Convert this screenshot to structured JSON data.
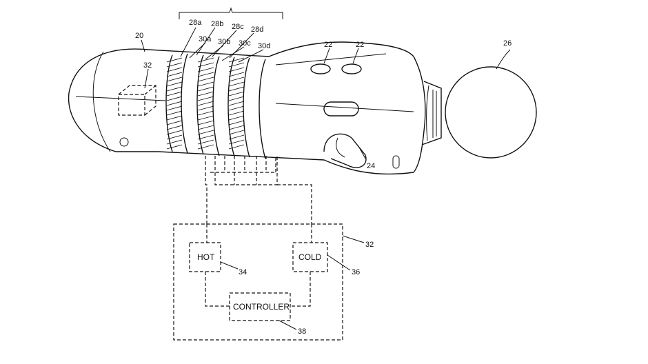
{
  "labels": {
    "ref_20": "20",
    "ref_22a": "22",
    "ref_22b": "22",
    "ref_24": "24",
    "ref_26": "26",
    "ref_32_top": "32",
    "ref_32_box": "32",
    "ref_28a": "28a",
    "ref_28b": "28b",
    "ref_28c": "28c",
    "ref_28d": "28d",
    "ref_30a": "30a",
    "ref_30b": "30b",
    "ref_30c": "30c",
    "ref_30d": "30d",
    "ref_34": "34",
    "ref_36": "36",
    "ref_38": "38"
  },
  "boxes": {
    "hot": "HOT",
    "cold": "COLD",
    "controller": "CONTROLLER"
  }
}
